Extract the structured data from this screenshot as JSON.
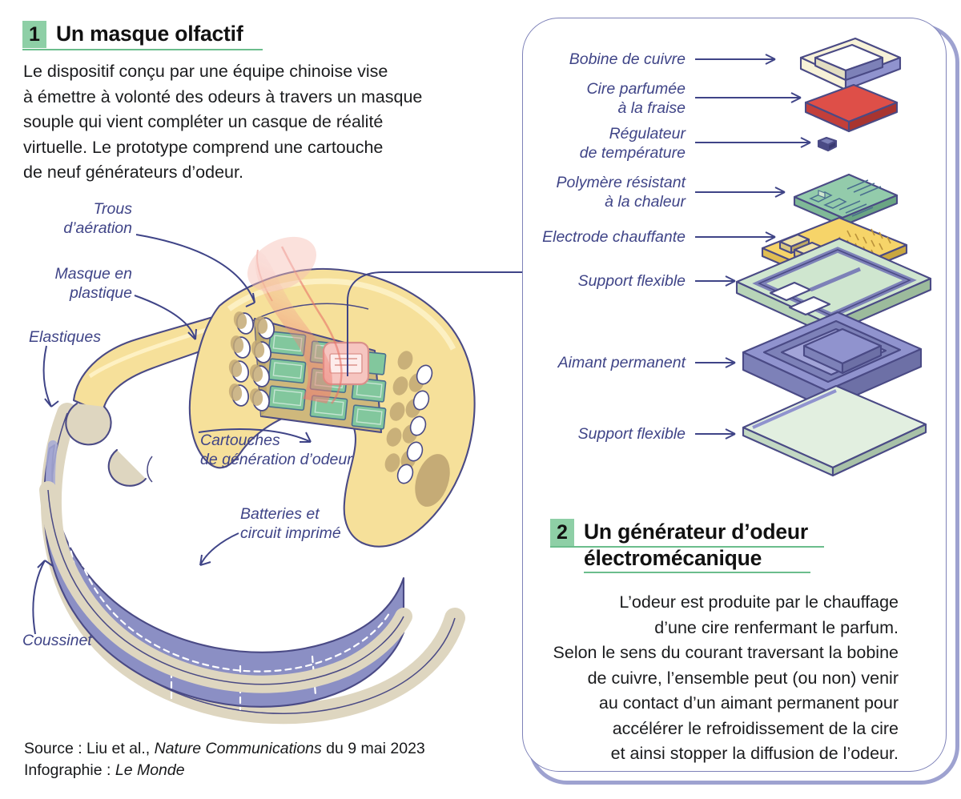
{
  "sections": [
    {
      "number": "1",
      "title": "Un masque olfactif",
      "body": "Le dispositif conçu par une équipe chinoise vise\nà émettre à volonté des odeurs à travers un masque\nsouple qui vient compléter un casque de réalité\nvirtuelle. Le prototype comprend une cartouche\nde neuf générateurs d’odeur."
    },
    {
      "number": "2",
      "title_line1": "Un générateur d’odeur",
      "title_line2": "électromécanique",
      "body": "L’odeur est produite par le chauffage\nd’une cire renfermant le parfum.\nSelon le sens du courant traversant la bobine\nde cuivre, l’ensemble peut (ou non) venir\nau contact d’un aimant permanent pour\naccélérer le refroidissement de la cire\net ainsi stopper la diffusion de l’odeur."
    }
  ],
  "mask_labels": [
    {
      "id": "trous-aeration",
      "text": "Trous\nd’aération"
    },
    {
      "id": "masque-plastique",
      "text": "Masque en\nplastique"
    },
    {
      "id": "elastiques",
      "text": "Elastiques"
    },
    {
      "id": "cartouches",
      "text": "Cartouches\nde génération d’odeur"
    },
    {
      "id": "batteries",
      "text": "Batteries et\ncircuit imprimé"
    },
    {
      "id": "coussinet",
      "text": "Coussinet"
    }
  ],
  "exploded_layers": [
    {
      "id": "bobine-de-cuivre",
      "label": "Bobine de cuivre",
      "color": "#f7f2d8"
    },
    {
      "id": "cire-parfumee",
      "label": "Cire parfumée\nà la fraise",
      "color": "#de4f48"
    },
    {
      "id": "regulateur",
      "label": "Régulateur\nde température",
      "color": "#4a4a85"
    },
    {
      "id": "polymere-resistant",
      "label": "Polymère résistant\nà la chaleur",
      "color": "#93cbab"
    },
    {
      "id": "electrode-chauffante",
      "label": "Electrode chauffante",
      "color": "#f6d469"
    },
    {
      "id": "support-flexible-1",
      "label": "Support flexible",
      "color": "#cfe6cf"
    },
    {
      "id": "aimant-permanent",
      "label": "Aimant permanent",
      "color": "#9093ce"
    },
    {
      "id": "support-flexible-2",
      "label": "Support flexible",
      "color": "#e2efe0"
    }
  ],
  "footer": {
    "source_prefix": "Source :  Liu et al., ",
    "source_italic": "Nature Communications",
    "source_suffix": " du 9 mai 2023",
    "credit_prefix": "Infographie : ",
    "credit_italic": "Le Monde"
  },
  "palette": {
    "badge_green": "#8ecfa6",
    "rule_green": "#6bbd8c",
    "label_blue": "#3f4487",
    "outline": "#4a4a85",
    "panel_border": "#7d81b8",
    "panel_shadow": "#9ea2d0",
    "mask_yellow": "#f6e09a",
    "mask_yellow_dark": "#cfb87c",
    "cushion_purple": "#8b8fc4",
    "strap_beige": "#ded6c0",
    "cartridge_green": "#82c79d",
    "scent_red": "#e8736a"
  }
}
